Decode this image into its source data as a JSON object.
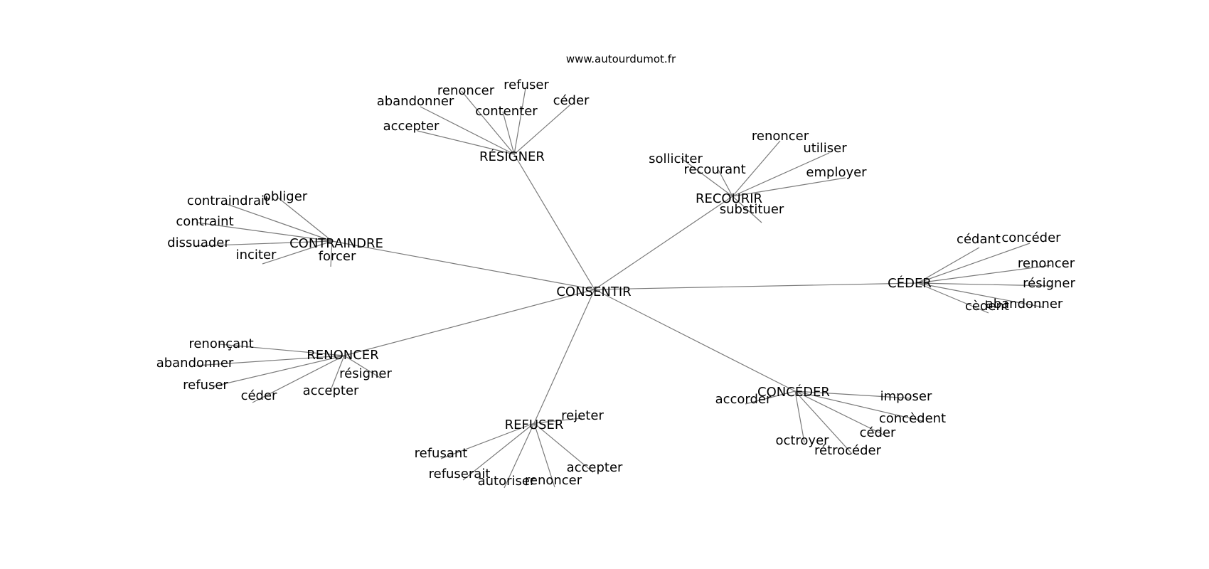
{
  "source": "www.autourdumot.fr",
  "colors": {
    "edge": "#7a7a7a",
    "text": "#000000",
    "background": "#ffffff"
  },
  "graph": {
    "center": "CONSENTIR",
    "hubs": [
      {
        "id": "resigner",
        "label": "RÉSIGNER",
        "leaves": [
          "renoncer",
          "refuser",
          "abandonner",
          "contenter",
          "céder",
          "accepter"
        ]
      },
      {
        "id": "recourir",
        "label": "RECOURIR",
        "leaves": [
          "renoncer",
          "solliciter",
          "utiliser",
          "recourant",
          "employer",
          "substituer"
        ]
      },
      {
        "id": "contraindre",
        "label": "CONTRAINDRE",
        "leaves": [
          "obliger",
          "contraindrait",
          "contraint",
          "dissuader",
          "inciter",
          "forcer"
        ]
      },
      {
        "id": "ceder",
        "label": "CÉDER",
        "leaves": [
          "cédant",
          "concéder",
          "renoncer",
          "résigner",
          "abandonner",
          "cèdent"
        ]
      },
      {
        "id": "renoncer",
        "label": "RENONCER",
        "leaves": [
          "renonçant",
          "abandonner",
          "résigner",
          "refuser",
          "accepter",
          "céder"
        ]
      },
      {
        "id": "conceder",
        "label": "CONCÉDER",
        "leaves": [
          "imposer",
          "accorder",
          "concèdent",
          "céder",
          "octroyer",
          "rétrocéder"
        ]
      },
      {
        "id": "refuser",
        "label": "REFUSER",
        "leaves": [
          "rejeter",
          "refusant",
          "accepter",
          "refuserait",
          "autoriser",
          "renoncer"
        ]
      }
    ]
  }
}
